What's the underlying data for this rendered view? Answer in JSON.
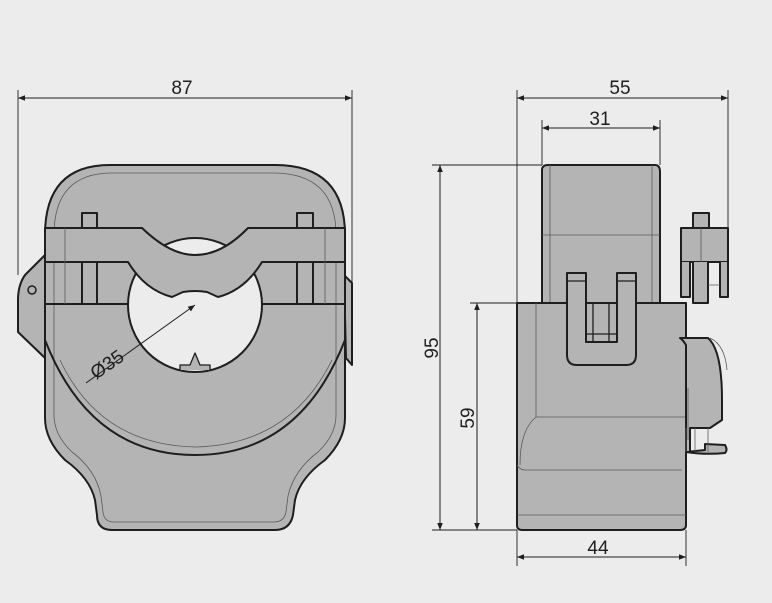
{
  "drawing": {
    "front_view": {
      "width_label": "87",
      "hole_diameter_label": "Ø35"
    },
    "side_view": {
      "total_depth_label": "55",
      "top_depth_label": "31",
      "height_label": "95",
      "body_height_label": "59",
      "body_depth_label": "44"
    }
  },
  "colors": {
    "background": "#ececec",
    "part_fill": "#b4b4b4",
    "line": "#1e1e1e"
  }
}
